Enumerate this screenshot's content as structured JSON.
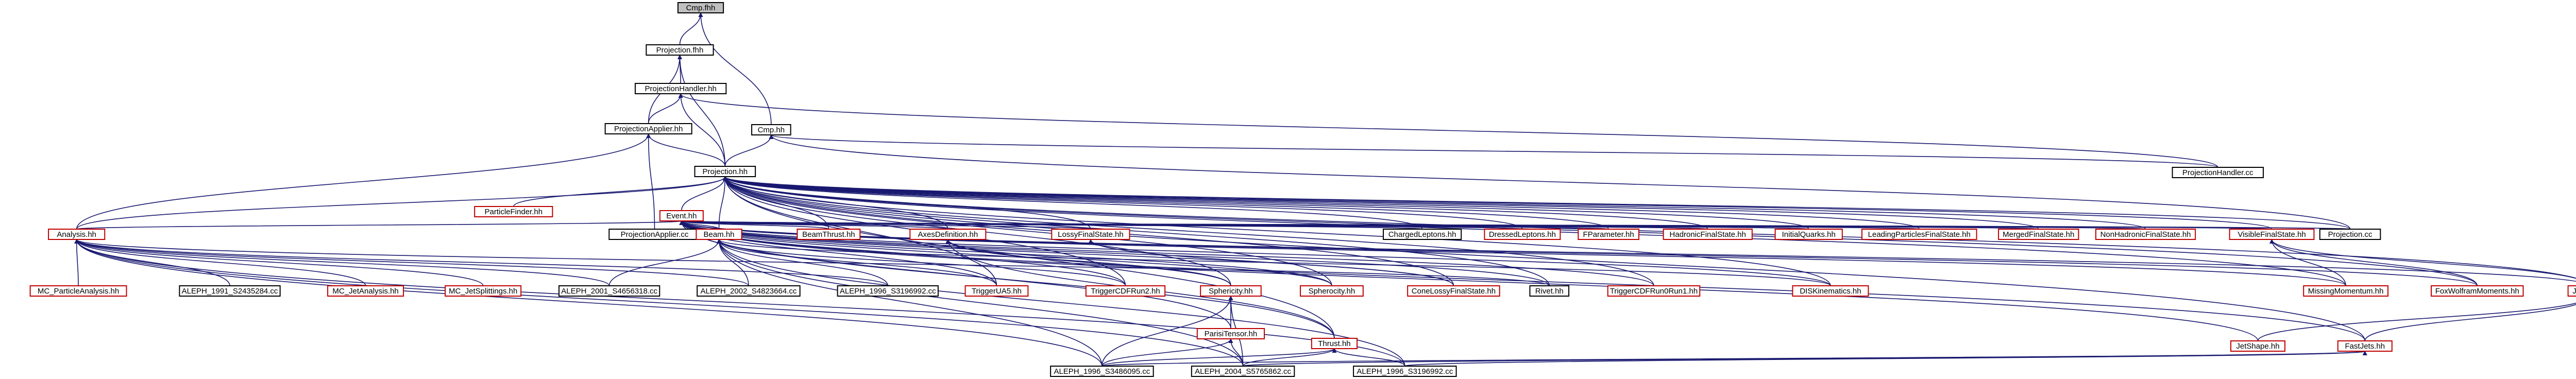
{
  "colors": {
    "node_border_red": "#bf0000",
    "node_border_black": "#000000",
    "node_fill": "#ffffff",
    "root_fill": "#bfbfbf",
    "edge": "#191970"
  },
  "nodes": [
    {
      "id": "cmp_fhh",
      "label": "Cmp.fhh",
      "style": "root"
    },
    {
      "id": "projection_fhh",
      "label": "Projection.fhh",
      "style": "black"
    },
    {
      "id": "projectionhandler_fhh",
      "label": "ProjectionHandler.hh",
      "style": "black"
    },
    {
      "id": "projectionapplier_hh",
      "label": "ProjectionApplier.hh",
      "style": "black"
    },
    {
      "id": "cmp_hh",
      "label": "Cmp.hh",
      "style": "black"
    },
    {
      "id": "projectionhandler_cc",
      "label": "ProjectionHandler.cc",
      "style": "black"
    },
    {
      "id": "projection_hh",
      "label": "Projection.hh",
      "style": "black"
    },
    {
      "id": "particlefinder_hh",
      "label": "ParticleFinder.hh",
      "style": "red"
    },
    {
      "id": "event_hh",
      "label": "Event.hh",
      "style": "red"
    },
    {
      "id": "analysis_hh",
      "label": "Analysis.hh",
      "style": "red"
    },
    {
      "id": "projectionapplier_cc",
      "label": "ProjectionApplier.cc",
      "style": "black"
    },
    {
      "id": "beam_hh",
      "label": "Beam.hh",
      "style": "red"
    },
    {
      "id": "beamthrust_hh",
      "label": "BeamThrust.hh",
      "style": "red"
    },
    {
      "id": "axesdefinition_hh",
      "label": "AxesDefinition.hh",
      "style": "red"
    },
    {
      "id": "lossyfinalstate_hh",
      "label": "LossyFinalState.hh",
      "style": "red"
    },
    {
      "id": "chargedleptons_hh",
      "label": "ChargedLeptons.hh",
      "style": "black"
    },
    {
      "id": "dressedleptons_hh",
      "label": "DressedLeptons.hh",
      "style": "red"
    },
    {
      "id": "fparameter_hh",
      "label": "FParameter.hh",
      "style": "red"
    },
    {
      "id": "hadronicfinalstate_hh",
      "label": "HadronicFinalState.hh",
      "style": "red"
    },
    {
      "id": "initialquarks_hh",
      "label": "InitialQuarks.hh",
      "style": "red"
    },
    {
      "id": "leadingparticlesfinalstate_hh",
      "label": "LeadingParticlesFinalState.hh",
      "style": "red"
    },
    {
      "id": "mergedfinalstate_hh",
      "label": "MergedFinalState.hh",
      "style": "red"
    },
    {
      "id": "nonhadronicfinalstate_hh",
      "label": "NonHadronicFinalState.hh",
      "style": "red"
    },
    {
      "id": "visiblefinalstate_hh",
      "label": "VisibleFinalState.hh",
      "style": "red"
    },
    {
      "id": "projection_cc",
      "label": "Projection.cc",
      "style": "black"
    },
    {
      "id": "mc_particleanalysis_hh",
      "label": "MC_ParticleAnalysis.hh",
      "style": "red"
    },
    {
      "id": "aleph_1991_s2435284_cc",
      "label": "ALEPH_1991_S2435284.cc",
      "style": "black"
    },
    {
      "id": "mc_jetanalysis_hh",
      "label": "MC_JetAnalysis.hh",
      "style": "red"
    },
    {
      "id": "mc_jetsplittings_hh",
      "label": "MC_JetSplittings.hh",
      "style": "red"
    },
    {
      "id": "aleph_2001_s4656318_cc",
      "label": "ALEPH_2001_S4656318.cc",
      "style": "black"
    },
    {
      "id": "aleph_2002_s4823664_cc",
      "label": "ALEPH_2002_S4823664.cc",
      "style": "black"
    },
    {
      "id": "aleph_1996_s3196992_cc",
      "label": "ALEPH_1996_S3196992.cc",
      "style": "black"
    },
    {
      "id": "triggerua5_hh",
      "label": "TriggerUA5.hh",
      "style": "red"
    },
    {
      "id": "triggercdfrun2_hh",
      "label": "TriggerCDFRun2.hh",
      "style": "red"
    },
    {
      "id": "sphericity_hh",
      "label": "Sphericity.hh",
      "style": "red"
    },
    {
      "id": "spherocity_hh",
      "label": "Spherocity.hh",
      "style": "red"
    },
    {
      "id": "conelossyfinalstate_hh",
      "label": "ConeLossyFinalState.hh",
      "style": "red"
    },
    {
      "id": "rivet_hh",
      "label": "Rivet.hh",
      "style": "black"
    },
    {
      "id": "triggercdfrun0run1_hh",
      "label": "TriggerCDFRun0Run1.hh",
      "style": "red"
    },
    {
      "id": "diskinematics_hh",
      "label": "DISKinematics.hh",
      "style": "red"
    },
    {
      "id": "missingmomentum_hh",
      "label": "MissingMomentum.hh",
      "style": "red"
    },
    {
      "id": "foxwolframmoments_hh",
      "label": "FoxWolframMoments.hh",
      "style": "red"
    },
    {
      "id": "jetalg_hh",
      "label": "JetAlg.hh",
      "style": "red"
    },
    {
      "id": "parisitensor_hh",
      "label": "ParisiTensor.hh",
      "style": "red"
    },
    {
      "id": "thrust_hh",
      "label": "Thrust.hh",
      "style": "red"
    },
    {
      "id": "jetshape_hh",
      "label": "JetShape.hh",
      "style": "red"
    },
    {
      "id": "fastjets_hh",
      "label": "FastJets.hh",
      "style": "red"
    },
    {
      "id": "aleph_1996_s3486095_cc",
      "label": "ALEPH_1996_S3486095.cc",
      "style": "black"
    },
    {
      "id": "aleph_2004_s5765862_cc",
      "label": "ALEPH_2004_S5765862.cc",
      "style": "black"
    },
    {
      "id": "aleph_1996_s3196992b_cc",
      "label": "ALEPH_1996_S3196992.cc",
      "style": "black"
    }
  ]
}
